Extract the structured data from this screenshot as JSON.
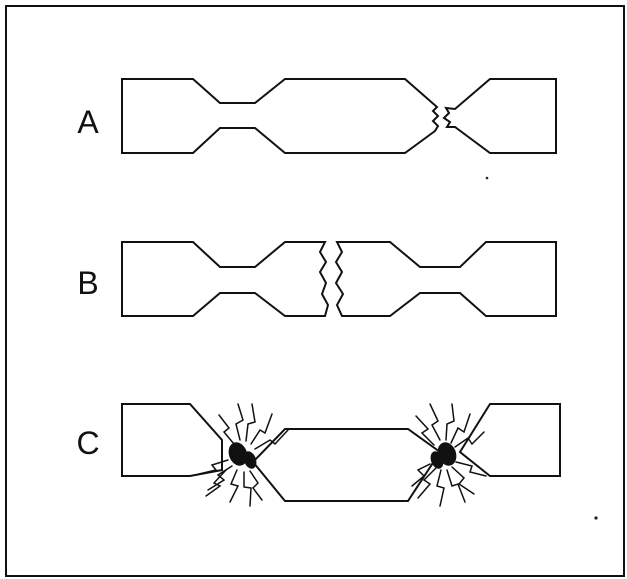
{
  "figure": {
    "rows": [
      {
        "label": "A"
      },
      {
        "label": "B"
      },
      {
        "label": "C"
      }
    ]
  }
}
